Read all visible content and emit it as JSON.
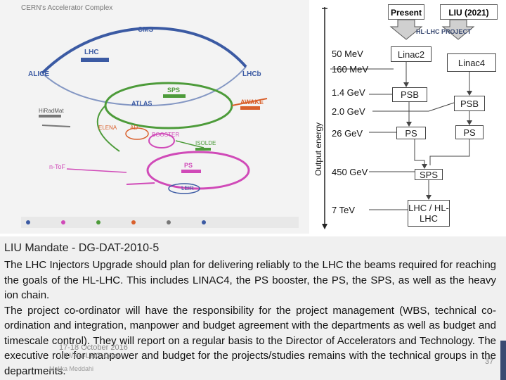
{
  "map": {
    "title": "CERN's Accelerator Complex",
    "labels": {
      "cms": "CMS",
      "lhc": "LHC",
      "alice": "ALICE",
      "lhcb": "LHCb",
      "sps": "SPS",
      "atlas": "ATLAS",
      "awake": "AWAKE",
      "hiradmat": "HiRadMat",
      "leir": "LEIR",
      "isolde": "ISOLDE",
      "booster": "BOOSTER",
      "ps": "PS",
      "ntof": "n-ToF",
      "ad": "AD",
      "elena": "ELENA"
    }
  },
  "diagram": {
    "header_present": "Present",
    "header_liu": "LIU (2021)",
    "axis_label": "Output energy",
    "energies": [
      "50 MeV",
      "160 MeV",
      "1.4 GeV",
      "2.0 GeV",
      "26 GeV",
      "450 GeV",
      "7 TeV"
    ],
    "present_chain": [
      "Linac2",
      "PSB",
      "PS"
    ],
    "liu_chain": [
      "Linac4",
      "PSB",
      "PS"
    ],
    "sps": "SPS",
    "lhc": "LHC / HL-LHC",
    "hl_logo": "HL-LHC PROJECT"
  },
  "text_panel": {
    "title": "LIU Mandate - DG-DAT-2010-5",
    "paragraph1": "The LHC Injectors Upgrade should plan for delivering reliably to the LHC the beams required for reaching the goals of the HL-LHC. This includes LINAC4, the PS booster, the PS, the SPS, as well as the heavy ion chain.",
    "paragraph2": "The project co-ordinator will have the responsibility for the project management (WBS, technical co-ordination and integration, manpower and budget agreement with the departments as well as budget and timescale control). They will report on a regular basis to the Director of Accelerators and Technology. The executive role for manpower and budget for the projects/studies remains with the technical groups in the departments.",
    "footer_date": "17-18 October 2016",
    "footer_event": "LIU/HL-LHC Cost",
    "footer_author": "Malika Meddahi",
    "page_number": "37"
  },
  "colors": {
    "arrow_fill": "#d0d0d0",
    "brand_strip": "#3a4a72",
    "lhc_ring": "#3b5aa3",
    "sps_ring": "#4d9b3a",
    "ps_ring": "#d04ab8",
    "booster_ring": "#d04ab8",
    "awake": "#d9602c"
  }
}
